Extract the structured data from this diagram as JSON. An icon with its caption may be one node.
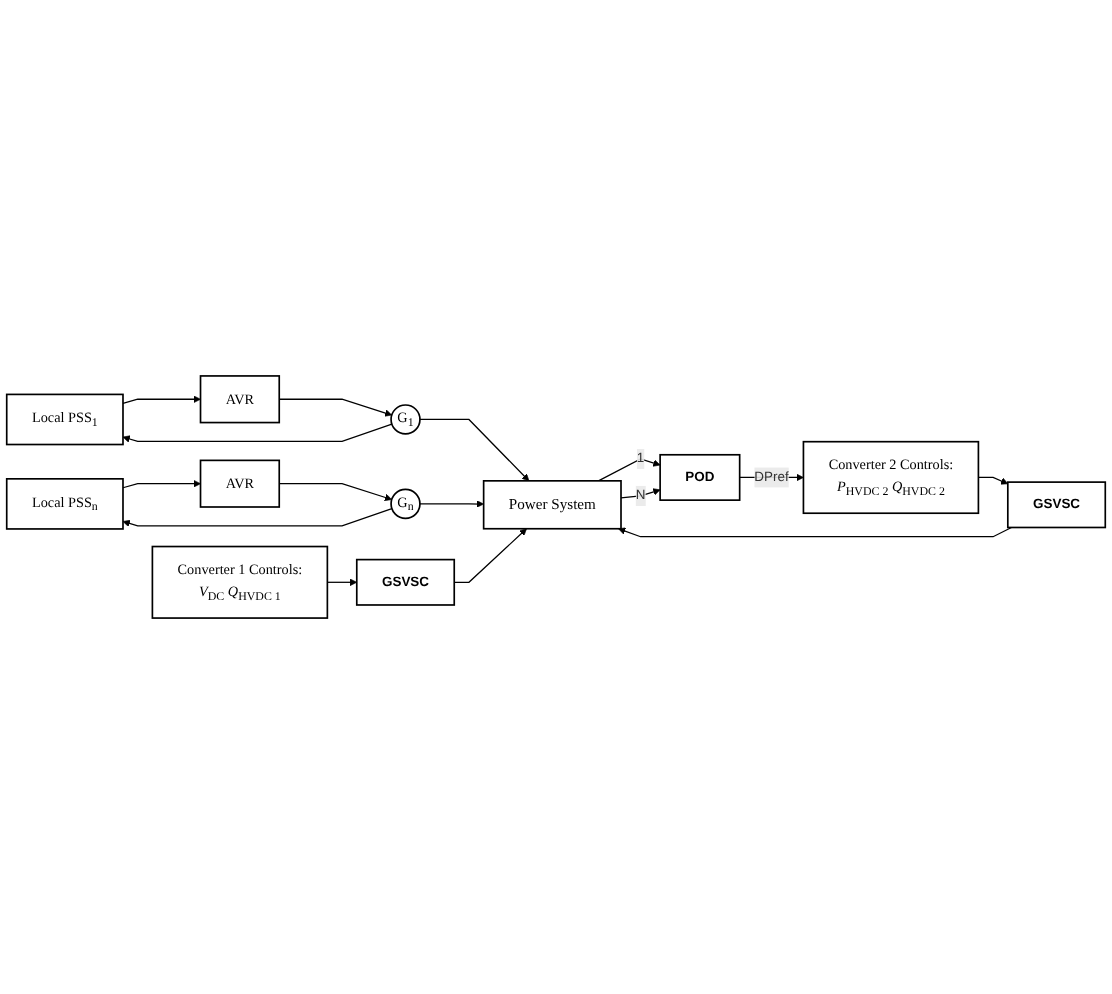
{
  "diagram": {
    "nodes": [
      {
        "text": [
          "Local PSS$_{1}$"
        ]
      },
      {
        "text": [
          "AVR"
        ]
      },
      {
        "text": [
          "G$_{1}$"
        ]
      },
      {
        "text": [
          "Local PSS$_{n}$"
        ]
      },
      {
        "text": [
          "AVR"
        ]
      },
      {
        "text": [
          "G$_{n}$"
        ]
      },
      {
        "text": [
          "Power System"
        ]
      },
      {
        "text": [
          "Converter 1 Controls:",
          "*V*$_{DC}$ *Q*$_{HVDC 1}$"
        ]
      },
      {
        "text": [
          "GSVSC"
        ]
      },
      {
        "text": [
          "Converter 2 Controls:",
          "*P*$_{HVDC 2}$ *Q*$_{HVDC 2}$"
        ]
      },
      {
        "text": [
          "GSVSC"
        ]
      },
      {
        "text": [
          "POD"
        ]
      }
    ],
    "edges": [
      {
        "from": 0,
        "to": 1,
        "arrow": "to"
      },
      {
        "from": 1,
        "to": 2,
        "arrow": "to"
      },
      {
        "from": 2,
        "to": 6,
        "arrow": "to"
      },
      {
        "from": 2,
        "to": 0,
        "arrow": "to"
      },
      {
        "from": 3,
        "to": 4,
        "arrow": "to"
      },
      {
        "from": 4,
        "to": 5,
        "arrow": "to"
      },
      {
        "from": 5,
        "to": 6,
        "arrow": "to"
      },
      {
        "from": 5,
        "to": 3,
        "arrow": "to"
      },
      {
        "from": 7,
        "to": 8,
        "arrow": "to"
      },
      {
        "from": 8,
        "to": 6,
        "arrow": "to"
      },
      {
        "from": 9,
        "to": 10,
        "arrow": "to"
      },
      {
        "from": 10,
        "to": 6,
        "arrow": "to"
      },
      {
        "from": 6,
        "to": 11,
        "label": "1",
        "arrow": "to"
      },
      {
        "from": 6,
        "to": 11,
        "label": "N",
        "arrow": "to"
      },
      {
        "from": 11,
        "to": 9,
        "label": "DPref",
        "arrow": "to"
      }
    ]
  }
}
